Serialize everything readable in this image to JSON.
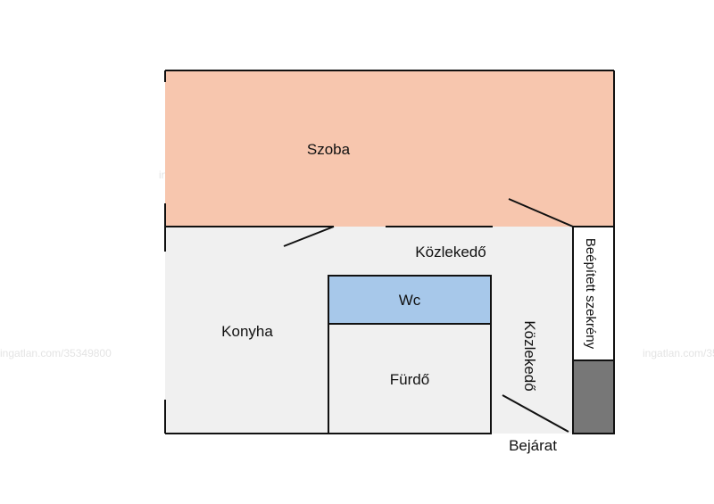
{
  "colors": {
    "room_fill": "#f7c6ae",
    "floor_fill": "#f0f0f0",
    "wc_fill": "#a7c8ea",
    "dark_block": "#777777",
    "wall": "#111111"
  },
  "rooms": {
    "szoba": "Szoba",
    "kozlekedo_top": "Közlekedő",
    "kozlekedo_side": "Közlekedő",
    "beepitett": "Beépített szekrény",
    "wc": "Wc",
    "konyha": "Konyha",
    "furdo": "Fürdő",
    "bejarat": "Bejárat"
  },
  "watermark": "ingatlan.com/35349800"
}
